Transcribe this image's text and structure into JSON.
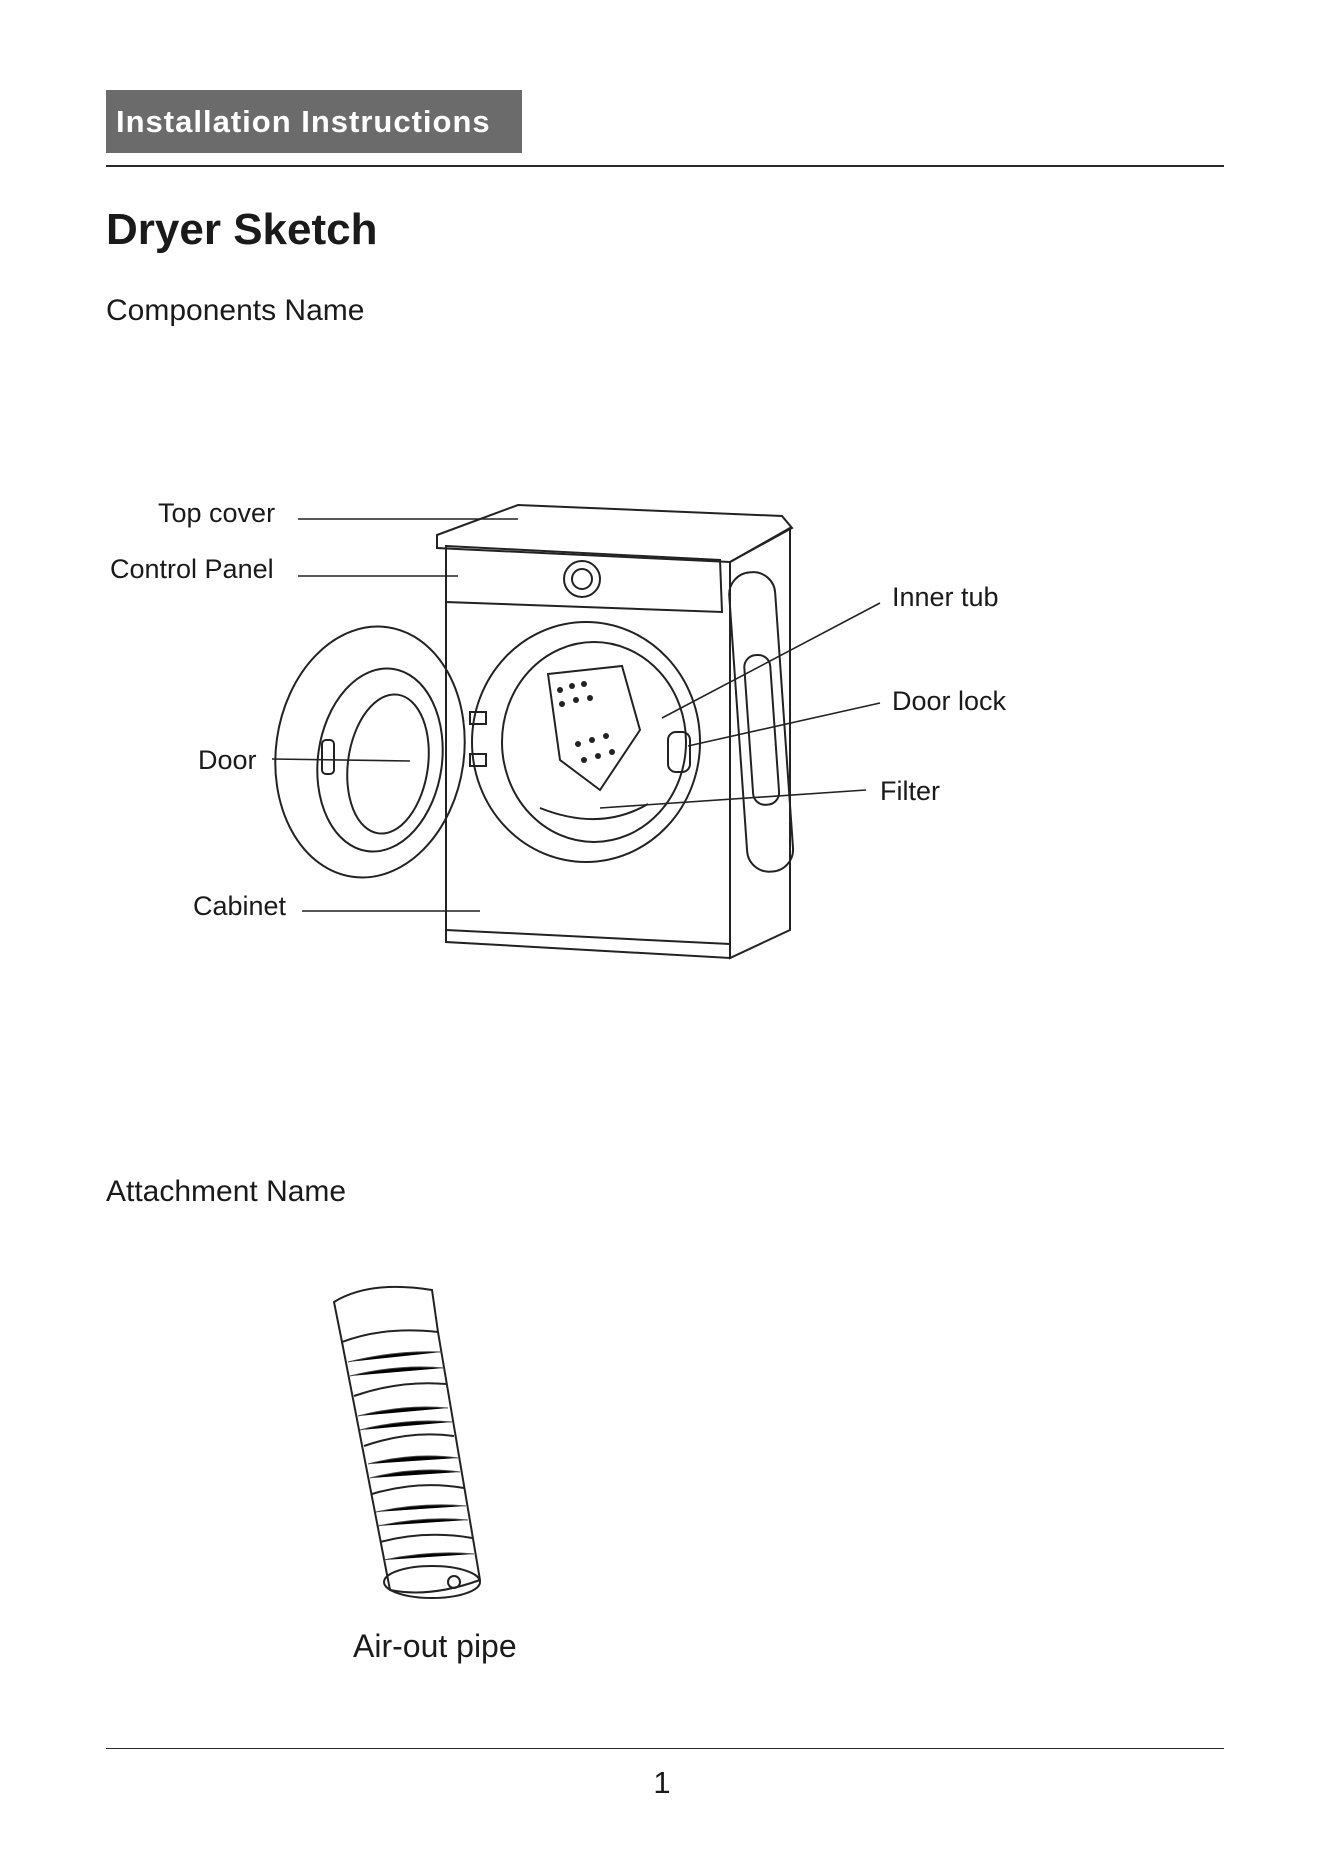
{
  "header": {
    "badge": "Installation Instructions"
  },
  "title": "Dryer Sketch",
  "sections": {
    "components": "Components Name",
    "attachments": "Attachment Name"
  },
  "components": {
    "top_cover": "Top cover",
    "control_panel": "Control Panel",
    "door": "Door",
    "cabinet": "Cabinet",
    "inner_tub": "Inner tub",
    "door_lock": "Door lock",
    "filter": "Filter"
  },
  "attachments": {
    "air_out_pipe": "Air-out pipe"
  },
  "footer": {
    "page_number": "1"
  }
}
